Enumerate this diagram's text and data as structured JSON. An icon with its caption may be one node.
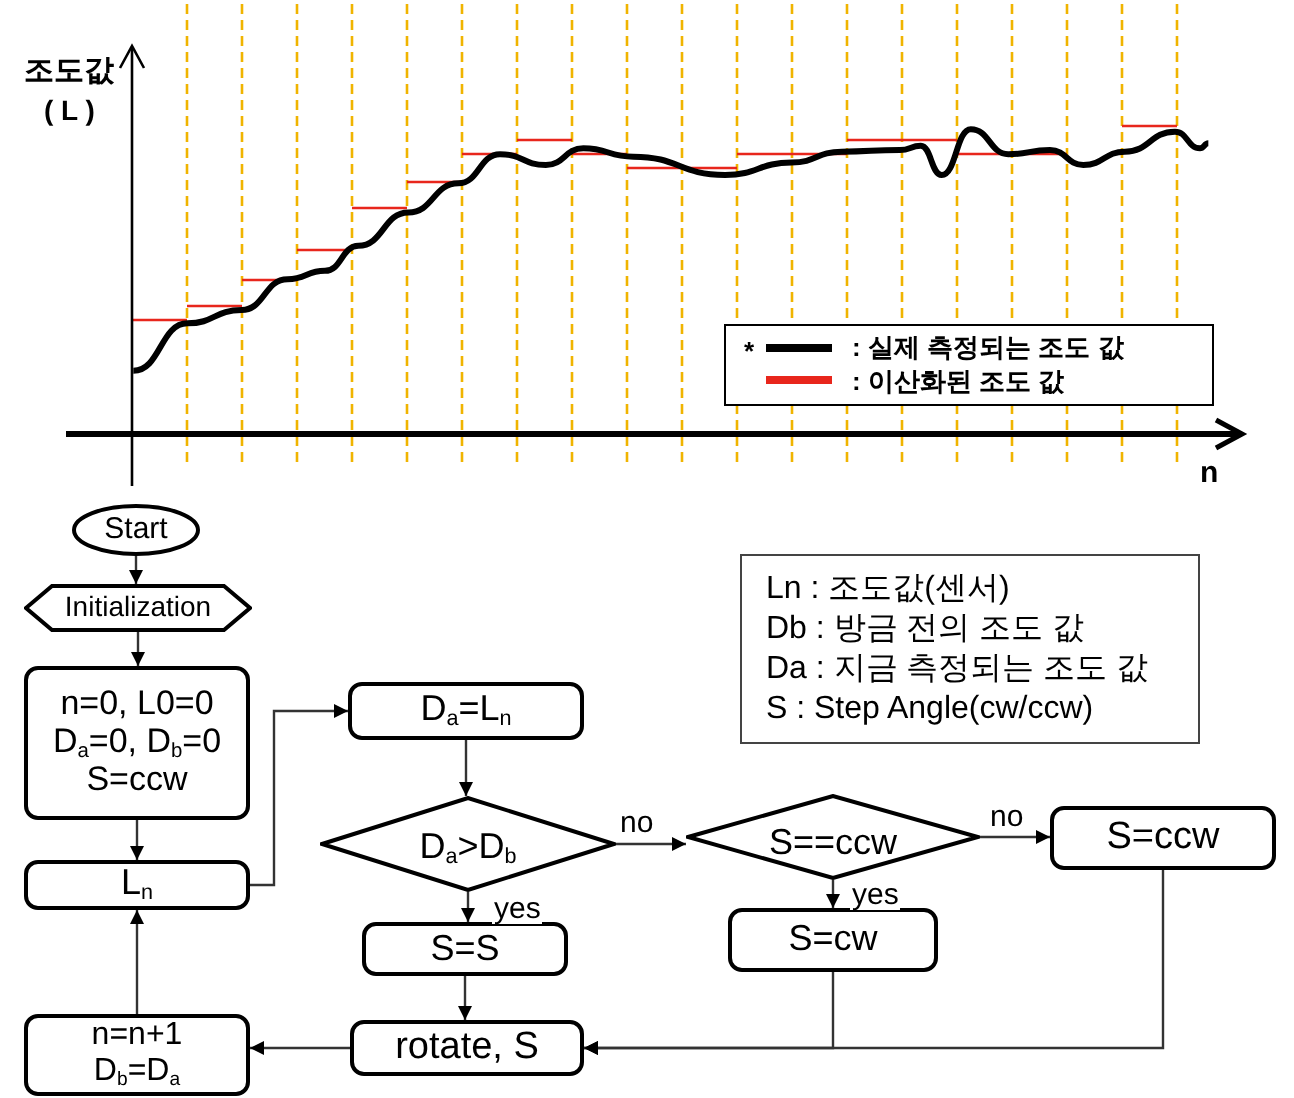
{
  "diagram": {
    "nodes": [
      {
        "text": [
          "Start"
        ]
      },
      {
        "text": [
          "Initialization"
        ]
      },
      {
        "text": [
          "n=0, L0=0 D$_{a}$=0, D$_{b}$=0 S=ccw"
        ]
      },
      {
        "text": [
          "L$_{n}$"
        ]
      },
      {
        "text": [
          "D$_{a}$=L$_{n}$"
        ]
      },
      {
        "text": [
          "D$_{a}$>D$_{b}$"
        ]
      },
      {
        "text": [
          "S=S"
        ]
      },
      {
        "text": [
          "rotate, S"
        ]
      },
      {
        "text": [
          "n=n+1 D$_{b}$=D$_{a}$"
        ]
      },
      {
        "text": [
          "S==ccw"
        ]
      },
      {
        "text": [
          "S=cw"
        ]
      },
      {
        "text": [
          "S=ccw"
        ]
      },
      {
        "text": [
          "Ln : 조도값(센서)",
          "Db : 방금 전의 조도 값",
          "Da : 지금 측정되는 조도 값",
          "S : Step Angle(cw/ccw)"
        ]
      }
    ],
    "edges": [
      {
        "from": 0,
        "to": 1,
        "arrow": "to"
      },
      {
        "from": 1,
        "to": 2,
        "arrow": "to"
      },
      {
        "from": 2,
        "to": 3,
        "arrow": "to"
      },
      {
        "from": 3,
        "to": 4,
        "arrow": "to"
      },
      {
        "from": 4,
        "to": 5,
        "arrow": "to"
      },
      {
        "from": 5,
        "to": 6,
        "arrow": "to",
        "label": "yes"
      },
      {
        "from": 6,
        "to": 7,
        "arrow": "to"
      },
      {
        "from": 5,
        "to": 9,
        "arrow": "to",
        "label": "no"
      },
      {
        "from": 9,
        "to": 11,
        "arrow": "to",
        "label": "no"
      },
      {
        "from": 9,
        "to": 10,
        "arrow": "to",
        "label": "yes"
      },
      {
        "from": 10,
        "to": 7,
        "arrow": "to"
      },
      {
        "from": 11,
        "to": 7,
        "arrow": "to"
      },
      {
        "from": 7,
        "to": 8,
        "arrow": "to"
      },
      {
        "from": 8,
        "to": 3,
        "arrow": "to"
      }
    ],
    "labels": [
      "조도값",
      "( L )",
      "n",
      "*"
    ],
    "legend": [
      {
        "text": ": 실제 측정되는 조도 값"
      },
      {
        "text": ": 이산화된 조도 값"
      }
    ]
  }
}
